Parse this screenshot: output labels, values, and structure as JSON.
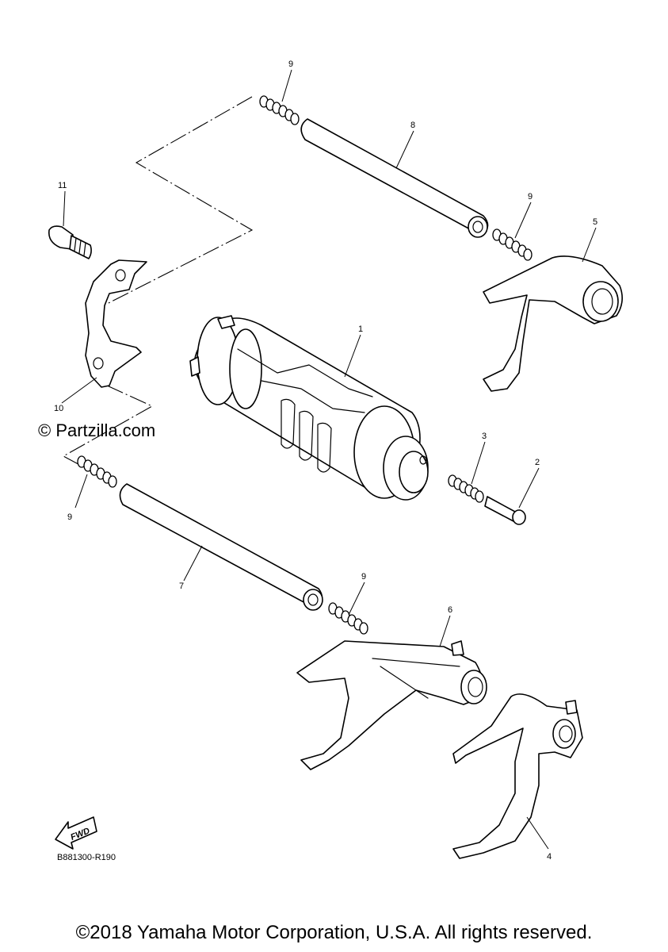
{
  "diagram": {
    "callouts": {
      "p1": "1",
      "p2": "2",
      "p3": "3",
      "p4": "4",
      "p5": "5",
      "p6": "6",
      "p7": "7",
      "p8": "8",
      "p9a": "9",
      "p9b": "9",
      "p9c": "9",
      "p9d": "9",
      "p10": "10",
      "p11": "11"
    },
    "fwd_label": "FWD",
    "diagram_code": "B881300-R190"
  },
  "watermark": "© Partzilla.com",
  "copyright": "©2018 Yamaha Motor Corporation, U.S.A. All rights reserved."
}
